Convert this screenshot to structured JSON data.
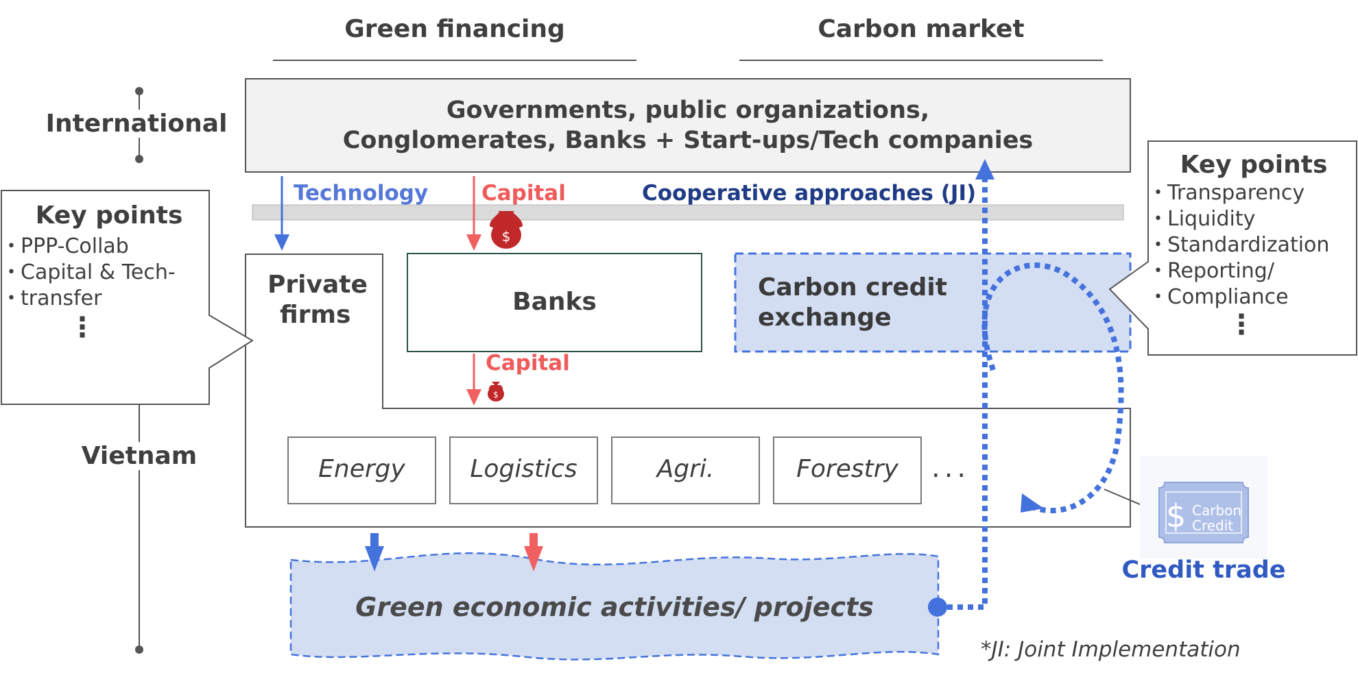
{
  "columns": {
    "green_financing": "Green financing",
    "carbon_market": "Carbon market"
  },
  "levels": {
    "international": "International",
    "vietnam": "Vietnam"
  },
  "international_box": {
    "line1": "Governments, public organizations,",
    "line2": "Conglomerates, Banks + Start-ups/Tech companies"
  },
  "flows": {
    "technology": "Technology",
    "capital_top": "Capital",
    "capital_bottom": "Capital",
    "cooperative": "Cooperative approaches (JI)"
  },
  "private_firms": {
    "line1": "Private",
    "line2": "firms"
  },
  "banks": "Banks",
  "exchange": {
    "line1": "Carbon credit",
    "line2": "exchange"
  },
  "sectors": [
    "Energy",
    "Logistics",
    "Agri.",
    "Forestry"
  ],
  "sectors_more": "...",
  "green_projects": "Green economic activities/ projects",
  "key_points_left": {
    "title": "Key points",
    "items": [
      "PPP-Collab",
      "Capital & Tech-"
    ],
    "continuation": "transfer",
    "more": "⋮"
  },
  "key_points_right": {
    "title": "Key points",
    "items": [
      "Transparency",
      "Liquidity",
      "Standardization",
      "Reporting/"
    ],
    "continuation": "Compliance",
    "more": "⋮"
  },
  "carbon_credit_badge": {
    "line1": "Carbon",
    "line2": "Credit",
    "symbol": "$"
  },
  "credit_trade": "Credit trade",
  "footnote": "*JI: Joint Implementation",
  "colors": {
    "blue": "#4472dc",
    "red": "#f06060",
    "light_blue": "#d3def3",
    "dark_red": "#c0282a"
  }
}
